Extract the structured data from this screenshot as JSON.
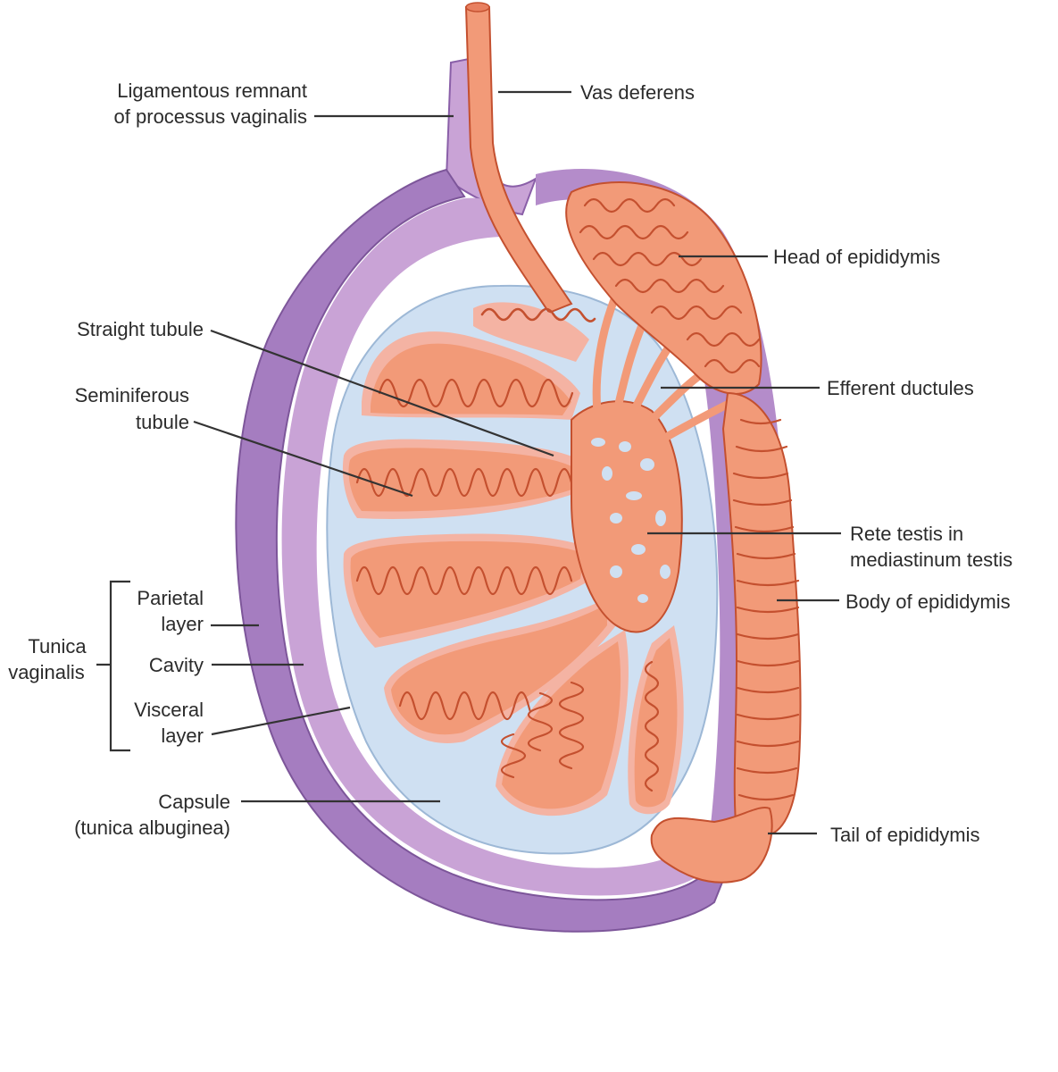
{
  "labels": {
    "vas_deferens": "Vas deferens",
    "ligamentous_1": "Ligamentous remnant",
    "ligamentous_2": "of processus vaginalis",
    "head_epididymis": "Head of epididymis",
    "straight_tubule": "Straight tubule",
    "seminiferous_1": "Seminiferous",
    "seminiferous_2": "tubule",
    "efferent_ductules": "Efferent ductules",
    "rete_1": "Rete testis in",
    "rete_2": "mediastinum testis",
    "body_epididymis": "Body of epididymis",
    "parietal_1": "Parietal",
    "parietal_2": "layer",
    "cavity": "Cavity",
    "visceral_1": "Visceral",
    "visceral_2": "layer",
    "tunica_1": "Tunica",
    "tunica_2": "vaginalis",
    "capsule_1": "Capsule",
    "capsule_2": "(tunica albuginea)",
    "tail_epididymis": "Tail of epididymis"
  },
  "colors": {
    "tunica_outer": "#a57dc0",
    "tunica_cavity": "#c9a3d6",
    "tunica_light": "#e6d2ec",
    "capsule": "#cfe0f2",
    "tubule": "#f29a78",
    "tubule_dark": "#c4502f",
    "lobule_bg": "#f4b3a3"
  }
}
